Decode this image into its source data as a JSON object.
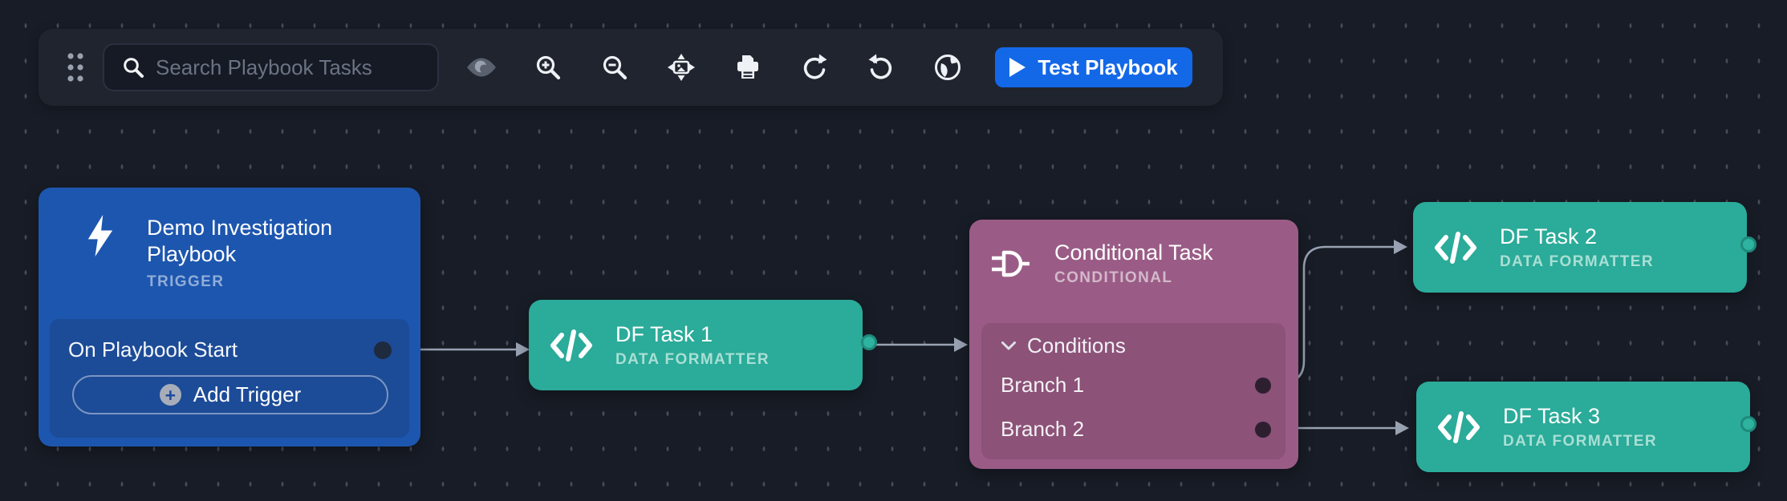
{
  "toolbar": {
    "search": {
      "placeholder": "Search Playbook Tasks"
    },
    "icons": [
      "drag-handle",
      "search",
      "visibility",
      "zoom-in",
      "zoom-out",
      "fit-to-screen",
      "print",
      "redo",
      "undo",
      "globe"
    ],
    "test_button_label": "Test Playbook"
  },
  "nodes": {
    "trigger": {
      "title": "Demo Investigation Playbook",
      "type_label": "TRIGGER",
      "row_label": "On Playbook Start",
      "add_button_label": "Add Trigger"
    },
    "df_task_1": {
      "title": "DF Task 1",
      "type_label": "DATA FORMATTER"
    },
    "conditional": {
      "title": "Conditional Task",
      "type_label": "CONDITIONAL",
      "section_label": "Conditions",
      "branches": [
        "Branch 1",
        "Branch 2"
      ]
    },
    "df_task_2": {
      "title": "DF Task 2",
      "type_label": "DATA FORMATTER"
    },
    "df_task_3": {
      "title": "DF Task 3",
      "type_label": "DATA FORMATTER"
    }
  },
  "colors": {
    "canvas_bg": "#181c26",
    "toolbar_bg": "#20242f",
    "accent_blue": "#1368e8",
    "trigger_node_blue": "#1d56ae",
    "task_node_teal": "#2bab99",
    "conditional_node_purple": "#9a5c86",
    "connector_gray": "#98a2b2"
  }
}
